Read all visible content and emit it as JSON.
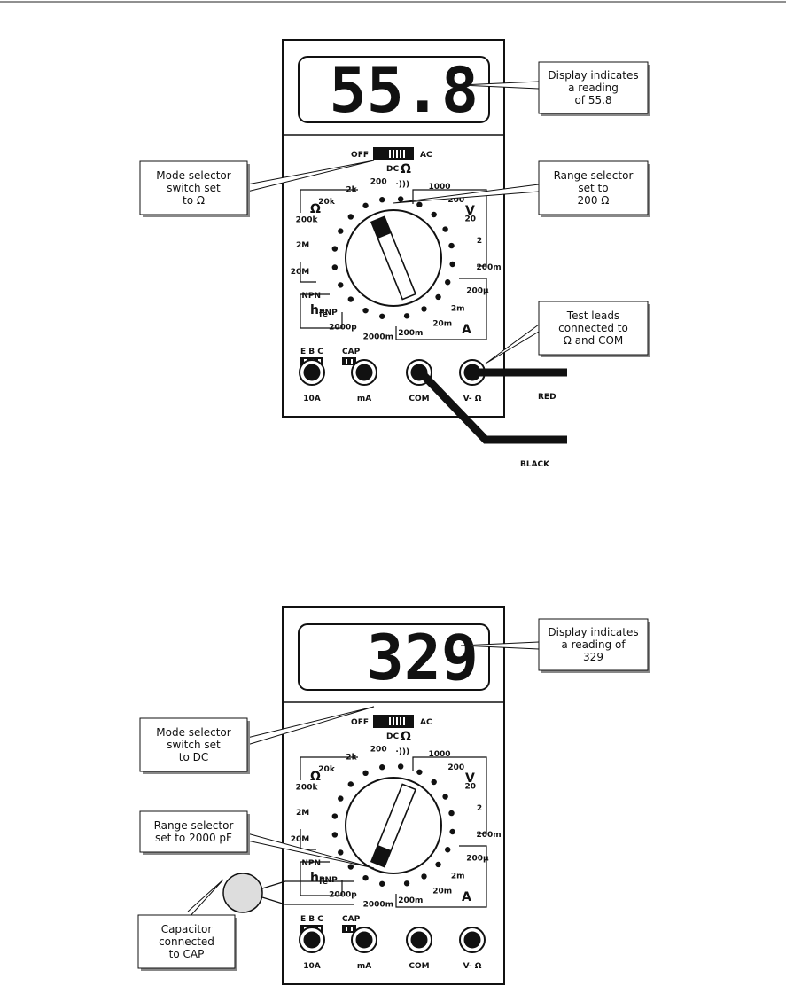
{
  "meters": [
    {
      "display_value": "55.8",
      "mode": {
        "off": "OFF",
        "ac": "AC",
        "dc": "DC",
        "ohm": "Ω"
      },
      "section_labels": {
        "ohm": "Ω",
        "v": "V",
        "a": "A",
        "hfe": "h",
        "hfe_sub": "fe",
        "ebc": "E B C",
        "cap": "CAP",
        "npn": "NPN",
        "pnp": "PNP"
      },
      "range_labels": [
        "200",
        "2k",
        "20k",
        "200k",
        "2M",
        "20M",
        "NPN",
        "PNP",
        "2000p",
        "2000m",
        "200m",
        "20m",
        "2m",
        "200μ",
        "200m",
        "2",
        "20",
        "200",
        "1000",
        "·)))"
      ],
      "jacks": [
        "10A",
        "mA",
        "COM",
        "V- Ω"
      ],
      "callouts": [
        {
          "lines": [
            "Display indicates",
            "a reading",
            "of 55.8"
          ]
        },
        {
          "lines": [
            "Mode selector",
            "switch set",
            "to Ω"
          ]
        },
        {
          "lines": [
            "Range selector",
            "set to",
            "200 Ω"
          ]
        },
        {
          "lines": [
            "Test leads",
            "connected to",
            "Ω and COM"
          ]
        }
      ],
      "lead_labels": {
        "red": "RED",
        "black": "BLACK"
      }
    },
    {
      "display_value": "329",
      "mode": {
        "off": "OFF",
        "ac": "AC",
        "dc": "DC",
        "ohm": "Ω"
      },
      "section_labels": {
        "ohm": "Ω",
        "v": "V",
        "a": "A",
        "hfe": "h",
        "hfe_sub": "fe",
        "ebc": "E B C",
        "cap": "CAP",
        "npn": "NPN",
        "pnp": "PNP"
      },
      "range_labels": [
        "200",
        "2k",
        "20k",
        "200k",
        "2M",
        "20M",
        "NPN",
        "PNP",
        "2000p",
        "2000m",
        "200m",
        "20m",
        "2m",
        "200μ",
        "200m",
        "2",
        "20",
        "200",
        "1000",
        "·)))"
      ],
      "jacks": [
        "10A",
        "mA",
        "COM",
        "V- Ω"
      ],
      "callouts": [
        {
          "lines": [
            "Display indicates",
            "a reading of",
            "329"
          ]
        },
        {
          "lines": [
            "Mode selector",
            "switch set",
            "to DC"
          ]
        },
        {
          "lines": [
            "Range selector",
            "set to 2000 pF"
          ]
        },
        {
          "lines": [
            "Capacitor",
            "connected",
            "to CAP"
          ]
        }
      ]
    }
  ]
}
